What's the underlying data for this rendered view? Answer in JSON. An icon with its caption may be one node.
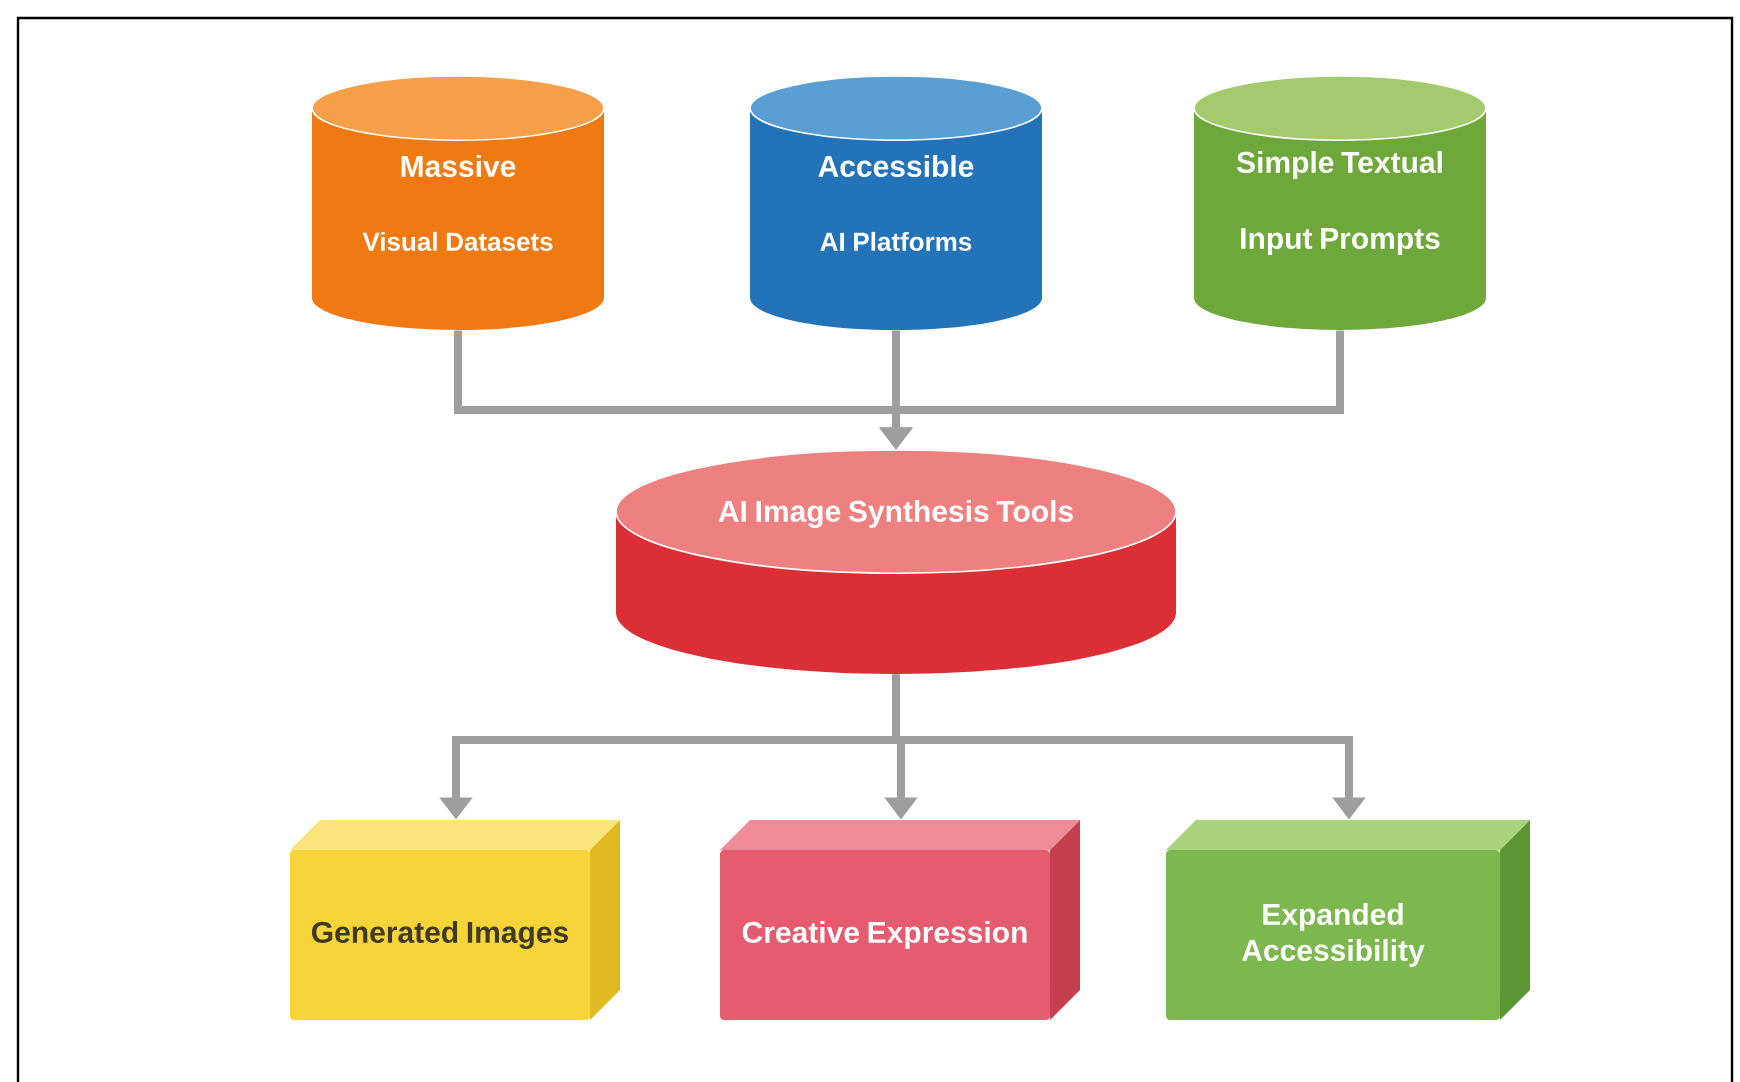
{
  "diagram": {
    "nodes": [
      {
        "text": [
          "Massive",
          "Visual Datasets"
        ]
      },
      {
        "text": [
          "Accessible",
          "AI Platforms"
        ]
      },
      {
        "text": [
          "Simple Textual Input Prompts"
        ]
      },
      {
        "text": [
          "AI Image Synthesis Tools"
        ]
      },
      {
        "text": [
          "Generated Images"
        ]
      },
      {
        "text": [
          "Creative Expression"
        ]
      },
      {
        "text": [
          "Expanded Accessibility"
        ]
      }
    ],
    "edges": [
      {
        "from": 0,
        "to": 3,
        "arrow": "to"
      },
      {
        "from": 1,
        "to": 3,
        "arrow": "to"
      },
      {
        "from": 2,
        "to": 3,
        "arrow": "to"
      },
      {
        "from": 3,
        "to": 4,
        "arrow": "to"
      },
      {
        "from": 3,
        "to": 5,
        "arrow": "to"
      },
      {
        "from": 3,
        "to": 6,
        "arrow": "to"
      }
    ]
  }
}
